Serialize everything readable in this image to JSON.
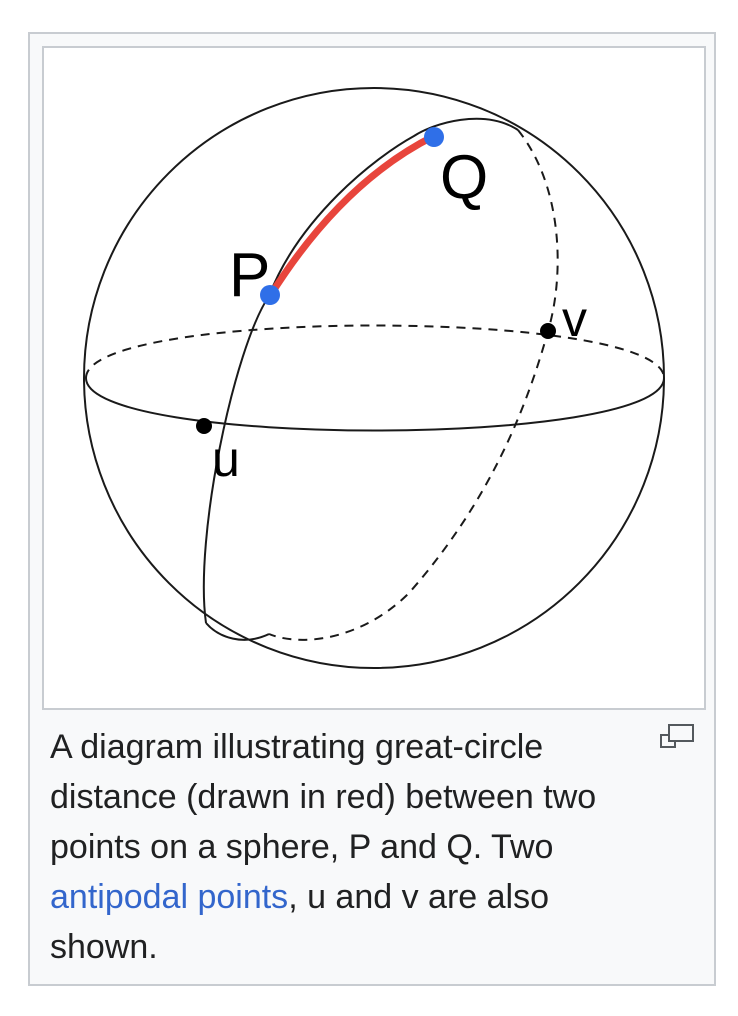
{
  "diagram": {
    "labels": {
      "p": "P",
      "q": "Q",
      "u": "u",
      "v": "v"
    },
    "colors": {
      "arc": "#e8453c",
      "endpoints": "#2f6fe8",
      "antipodal_points": "#000000",
      "lines": "#1a1a1a"
    }
  },
  "caption": {
    "text_before": "A diagram illustrating great-circle distance (drawn in red) between two points on a sphere, P and Q. Two ",
    "link": "antipodal points",
    "text_after": ", u and v are also shown."
  },
  "icons": {
    "enlarge": "magnify-icon"
  }
}
